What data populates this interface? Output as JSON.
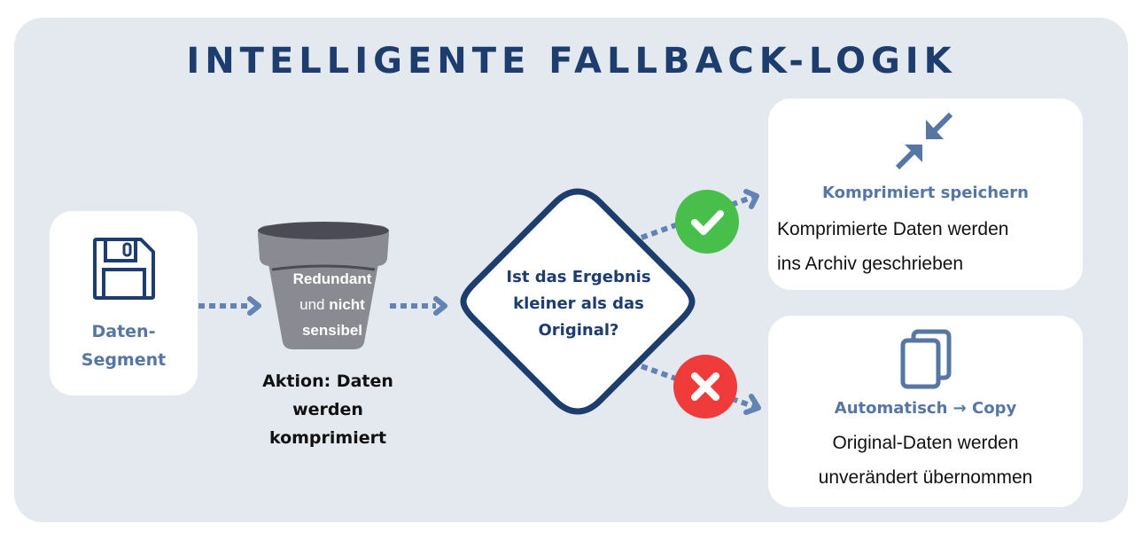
{
  "title": "INTELLIGENTE FALLBACK-LOGIK",
  "colors": {
    "background_panel": "#e4e9f0",
    "card": "#ffffff",
    "title": "#1d3d6e",
    "accent": "#5676a3",
    "success": "#47bf4a",
    "failure": "#f03b3b",
    "pot": "#8a8b92"
  },
  "segment": {
    "icon": "floppy-disk-icon",
    "label_line1": "Daten-",
    "label_line2": "Segment"
  },
  "pot": {
    "line1": "Redundant",
    "line2_regular": "und ",
    "line2_bold": "nicht",
    "line3": "sensibel"
  },
  "action": {
    "line1": "Aktion: Daten",
    "line2": "werden",
    "line3": "komprimiert"
  },
  "decision": {
    "line1": "Ist das Ergebnis",
    "line2": "kleiner als das",
    "line3": "Original?"
  },
  "outcomes": [
    {
      "badge": "checkmark-icon",
      "icon": "compress-arrows-icon",
      "title": "Komprimiert speichern",
      "desc_line1": "Komprimierte Daten werden",
      "desc_line2": "ins Archiv geschrieben"
    },
    {
      "badge": "cross-icon",
      "icon": "copy-pages-icon",
      "title": "Automatisch → Copy",
      "desc_line1": "Original-Daten werden",
      "desc_line2": "unverändert übernommen"
    }
  ]
}
